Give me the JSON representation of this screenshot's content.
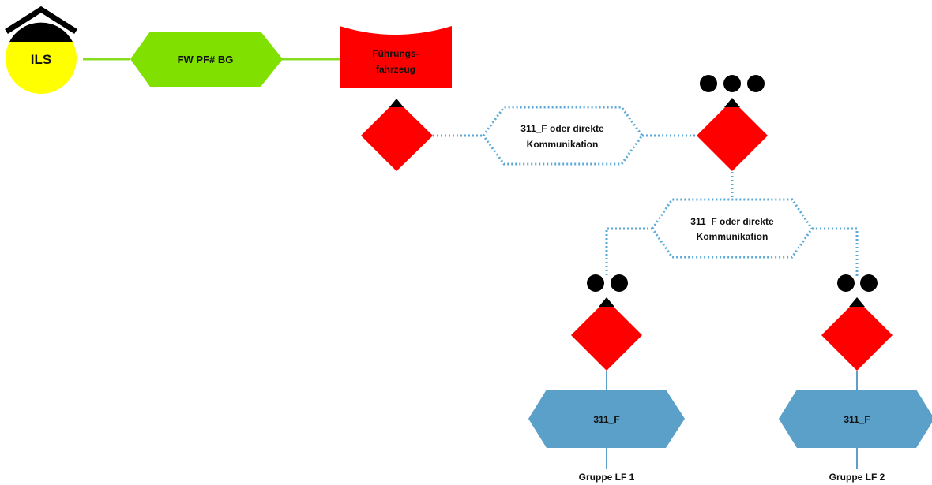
{
  "nodes": {
    "ils": {
      "label": "ILS",
      "icon": "control-center-icon"
    },
    "fw": {
      "label": "FW PF# BG"
    },
    "fuehrung": {
      "label_line1": "Führungs-",
      "label_line2": "fahrzeug"
    },
    "comm1": {
      "label_line1": "311_F oder direkte",
      "label_line2": "Kommunikation"
    },
    "comm2": {
      "label_line1": "311_F oder direkte",
      "label_line2": "Kommunikation"
    },
    "channel1": {
      "label": "311_F"
    },
    "channel2": {
      "label": "311_F"
    },
    "group1": {
      "label": "Gruppe LF 1"
    },
    "group2": {
      "label": "Gruppe LF 2"
    }
  },
  "colors": {
    "ils_fill": "#ffff00",
    "ils_cap": "#000000",
    "fw_fill": "#80e000",
    "link_green": "#88dd22",
    "vehicle_red": "#ff0000",
    "dotted_blue": "#5aa9d6",
    "channel_blue": "#5aa0c8"
  }
}
